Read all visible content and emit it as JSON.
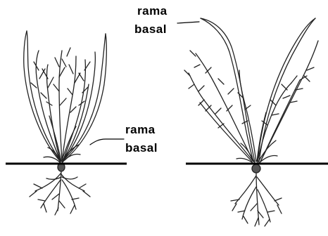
{
  "labels": {
    "left_line1": "rama",
    "left_line2": "basal",
    "right_line1": "rama",
    "right_line2": "basal"
  },
  "colors": {
    "ink": "#000000",
    "background": "#ffffff"
  }
}
